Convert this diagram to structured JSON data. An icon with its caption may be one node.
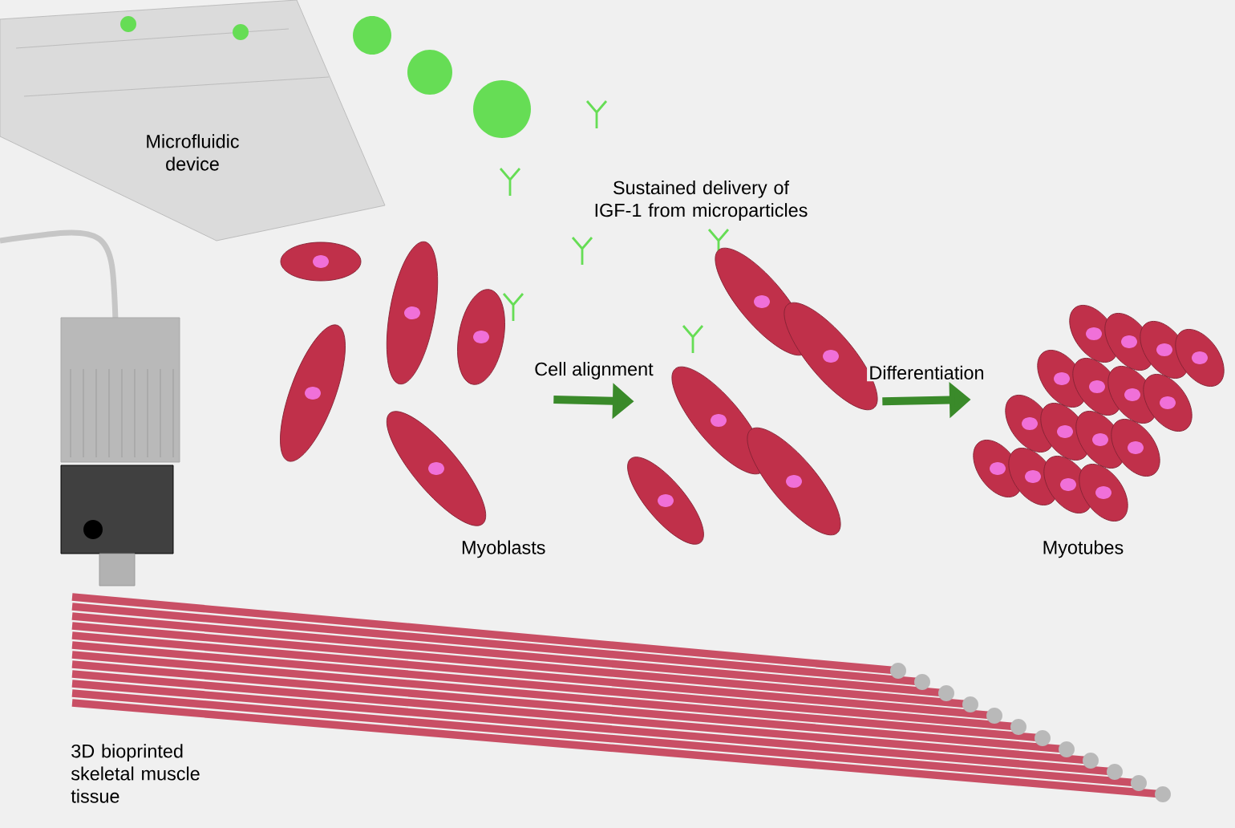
{
  "diagram": {
    "nodes": [
      {
        "text": [
          "Myoblasts"
        ]
      },
      {
        "text": [],
        "shape": "picture"
      },
      {
        "text": [
          "Myotubes"
        ]
      }
    ],
    "edges": [
      {
        "from": 0,
        "to": 1,
        "arrow": "to",
        "label": "Cell alignment"
      },
      {
        "from": 1,
        "to": 2,
        "arrow": "to",
        "label": "Differentiation"
      }
    ],
    "labels": [
      "Microfluidic device",
      "Sustained delivery of IGF-1 from microparticles",
      "3D bioprinted skeletal muscle tissue"
    ]
  }
}
